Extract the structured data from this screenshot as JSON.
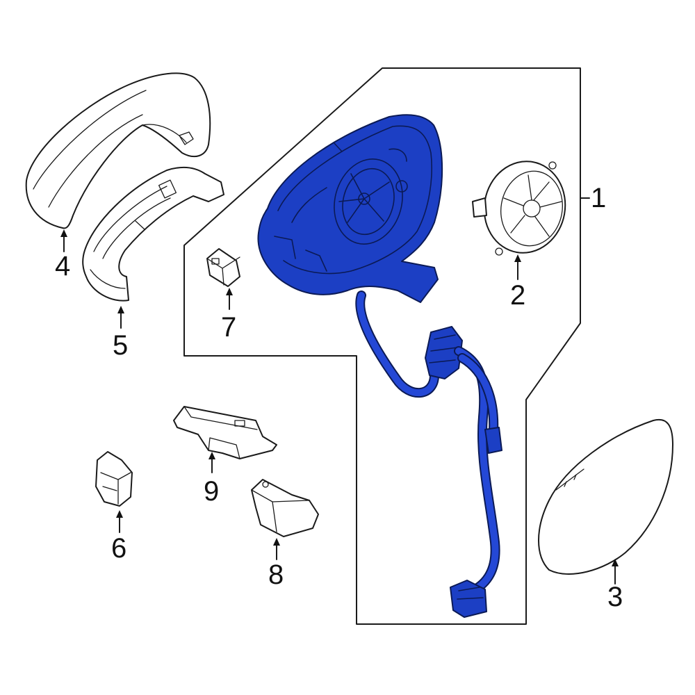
{
  "diagram": {
    "callouts": [
      {
        "id": "1",
        "label": "1"
      },
      {
        "id": "2",
        "label": "2"
      },
      {
        "id": "3",
        "label": "3"
      },
      {
        "id": "4",
        "label": "4"
      },
      {
        "id": "5",
        "label": "5"
      },
      {
        "id": "6",
        "label": "6"
      },
      {
        "id": "7",
        "label": "7"
      },
      {
        "id": "8",
        "label": "8"
      },
      {
        "id": "9",
        "label": "9"
      }
    ],
    "highlight_color": "#1c3fc4",
    "highlighted_part": "1"
  }
}
